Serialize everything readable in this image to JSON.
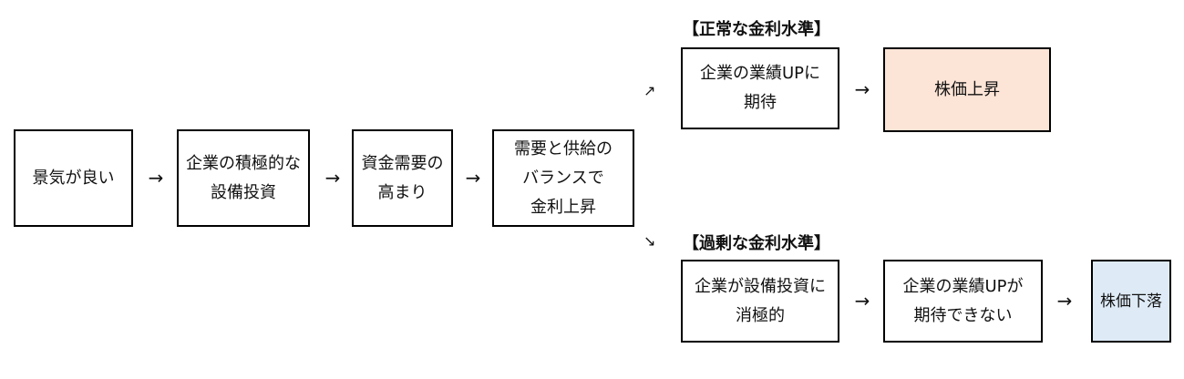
{
  "colors": {
    "rise": "#fce4d6",
    "fall": "#deebf7",
    "border": "#000000"
  },
  "main_flow": {
    "step1": "景気が良い",
    "step2": "企業の積極的な\n設備投資",
    "step3": "資金需要の\n高まり",
    "step4": "需要と供給の\nバランスで\n金利上昇"
  },
  "normal_branch": {
    "heading": "【正常な金利水準】",
    "expectation": "企業の業績UPに\n期待",
    "result": "株価上昇"
  },
  "excess_branch": {
    "heading": "【過剰な金利水準】",
    "reluctance": "企業が設備投資に\n消極的",
    "expectation": "企業の業績UPが\n期待できない",
    "result": "株価下落"
  },
  "arrows": {
    "right": "→",
    "up_right": "↗",
    "down_right": "↘"
  }
}
